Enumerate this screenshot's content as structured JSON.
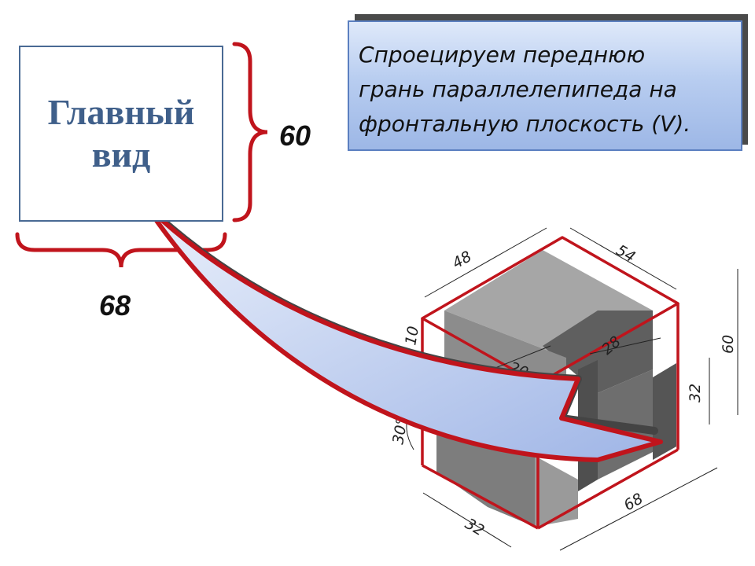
{
  "front_view": {
    "line1": "Главный",
    "line2": "вид"
  },
  "callout": {
    "line1": "Спроецируем переднюю",
    "line2": "грань параллелепипеда на",
    "line3": "фронтальную плоскость (V)."
  },
  "dimensions": {
    "height": "60",
    "width": "68"
  },
  "drawing_labels": {
    "top_left": "48",
    "top_right": "54",
    "left_small": "10",
    "inner_top": "20",
    "inner_right": "28",
    "angle": "30°",
    "right_height": "60",
    "right_inner": "32",
    "bottom_left": "32",
    "bottom_right": "68"
  },
  "colors": {
    "frame": "#c0141c",
    "brace": "#c0141c",
    "arrow_fill_start": "#eaf0fb",
    "arrow_fill_end": "#9fb5e6",
    "box_border": "#4a6a94",
    "title_text": "#3f5f8a",
    "solid_dark": "#6e6e6e",
    "solid_mid": "#8c8c8c",
    "solid_light": "#a6a6a6"
  },
  "icons": {
    "arrow": "curved-projection-arrow",
    "brace": "curly-brace"
  }
}
